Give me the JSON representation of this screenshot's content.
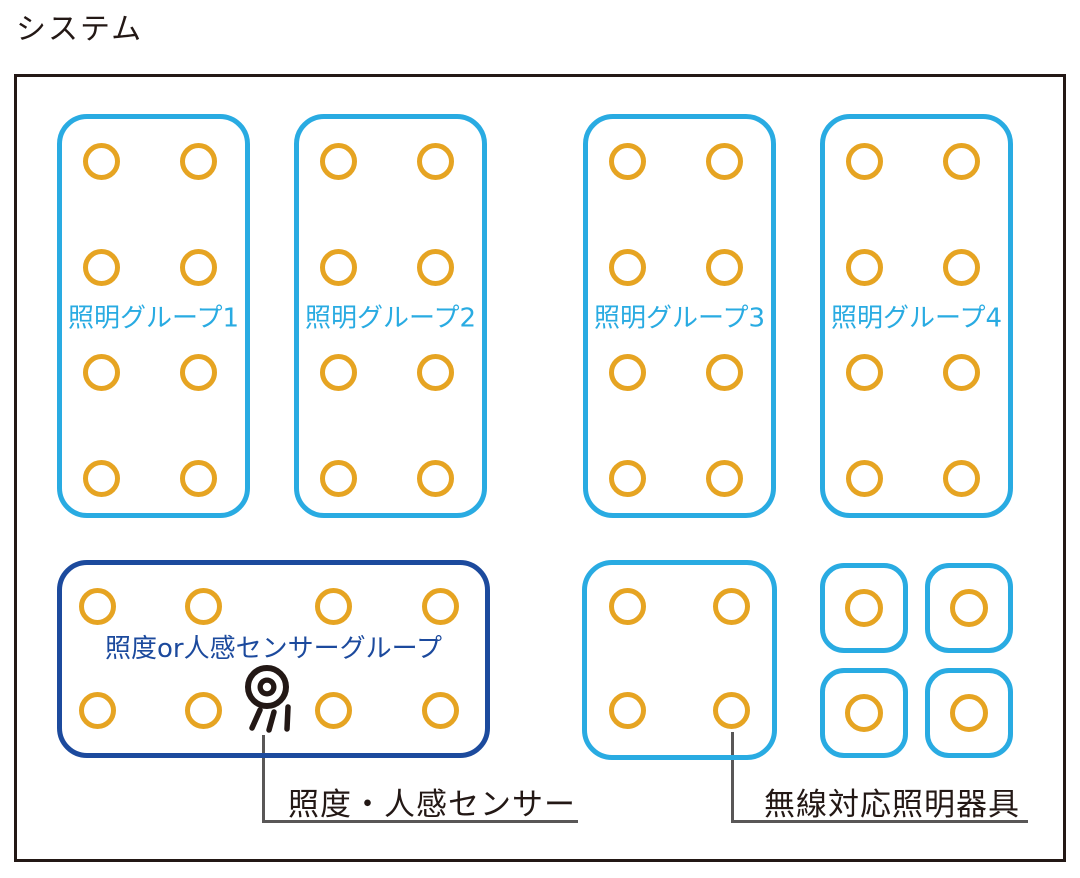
{
  "page": {
    "title": "システム"
  },
  "palette": {
    "group_border_cyan": "#29ABE2",
    "lamp_orange": "#E6A422",
    "sensor_navy": "#1C4A9D",
    "ink_black": "#231815",
    "callout_gray": "#595757"
  },
  "lighting_groups": [
    {
      "label": "照明グループ1",
      "lamp_count": 8
    },
    {
      "label": "照明グループ2",
      "lamp_count": 8
    },
    {
      "label": "照明グループ3",
      "lamp_count": 8
    },
    {
      "label": "照明グループ4",
      "lamp_count": 8
    }
  ],
  "sensor_group": {
    "label": "照度or人感センサーグループ",
    "lamp_count": 8,
    "icon": "sensor-bullseye-icon"
  },
  "unlabeled_wireless_group": {
    "lamp_count": 4
  },
  "small_fixtures": {
    "count": 4,
    "lamps_per_fixture": 1
  },
  "callouts": [
    {
      "label": "照度・人感センサー"
    },
    {
      "label": "無線対応照明器具"
    }
  ]
}
